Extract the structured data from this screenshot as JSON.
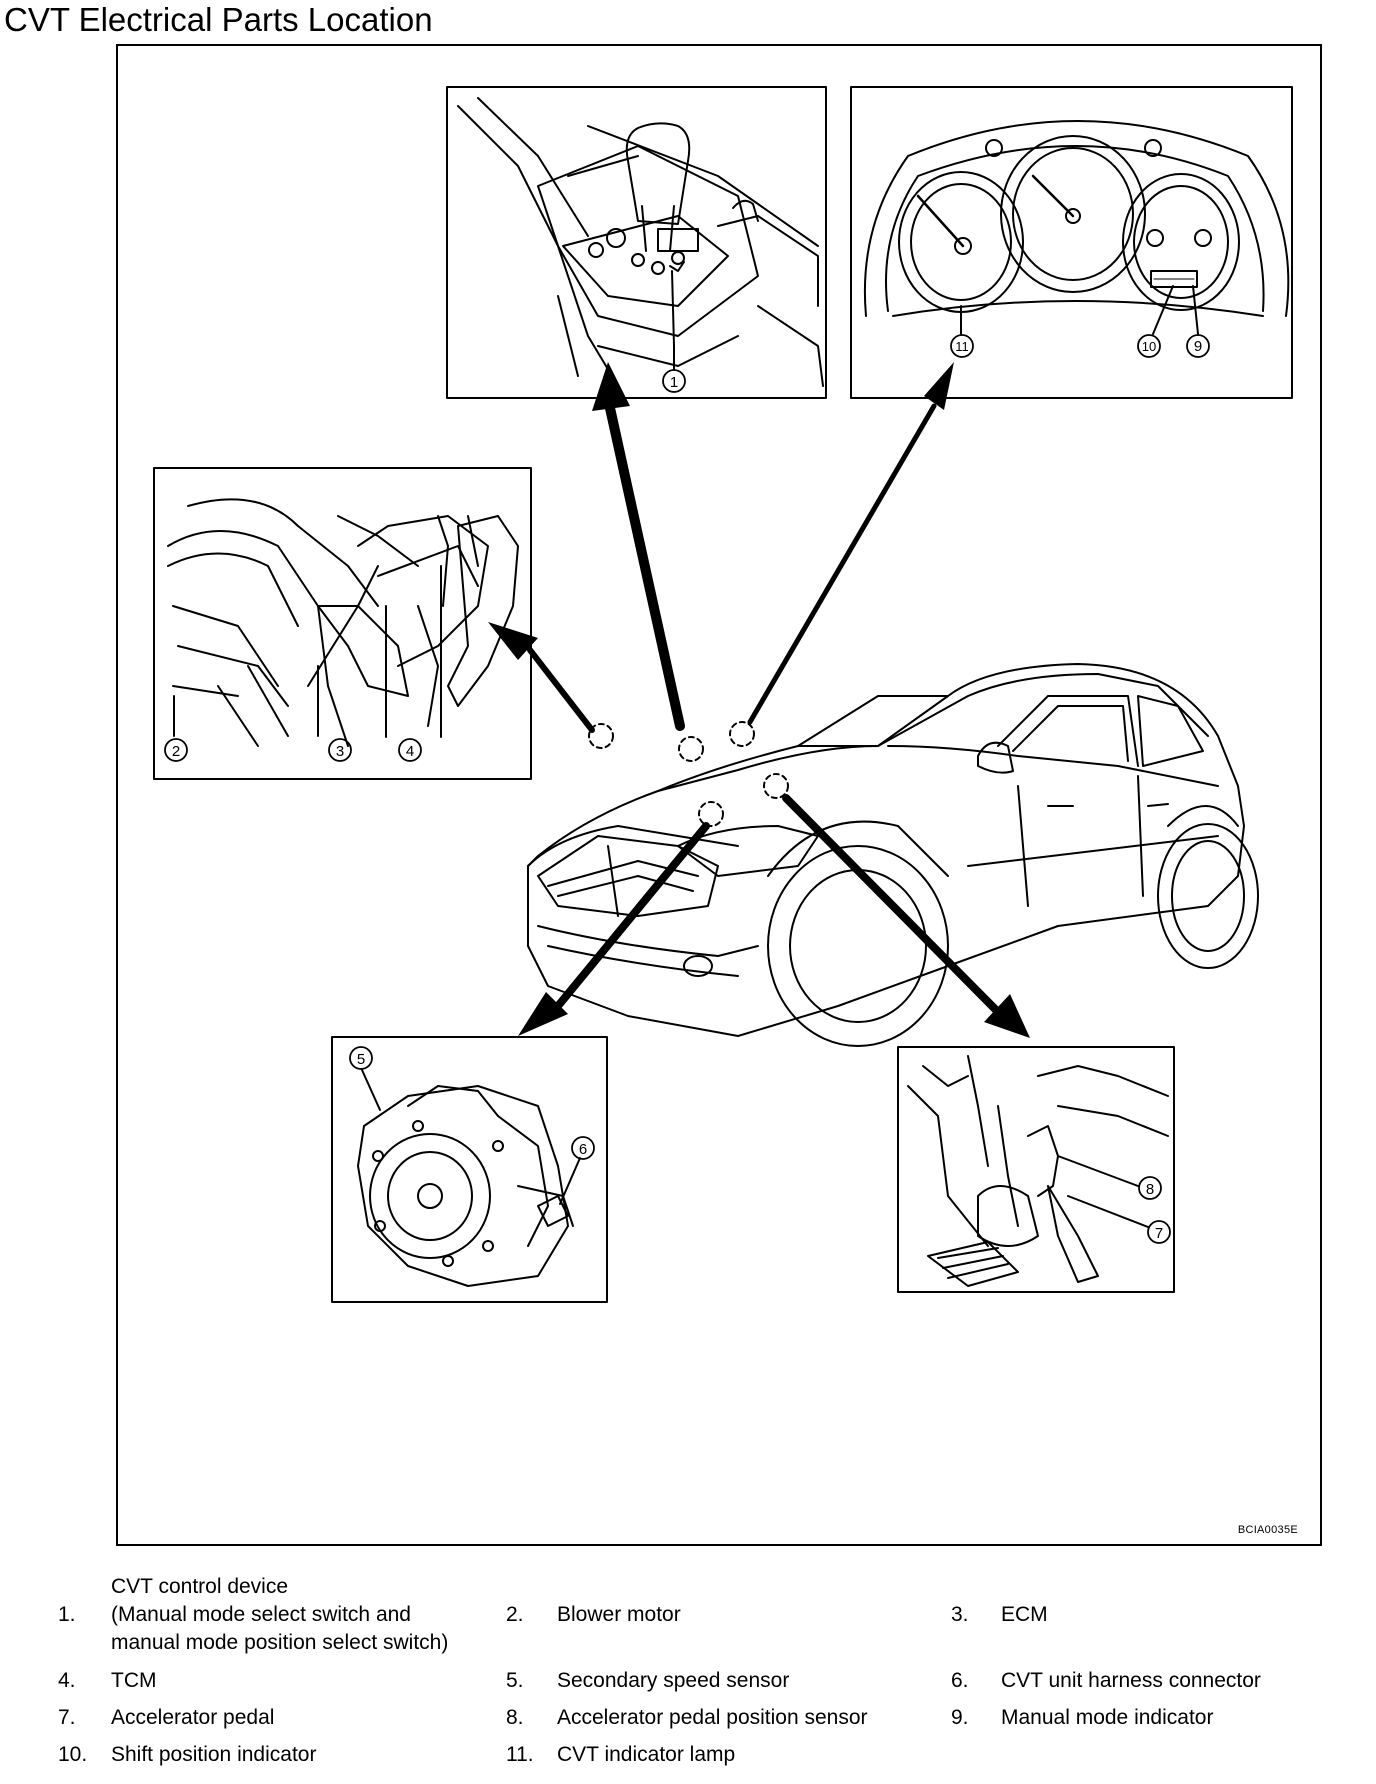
{
  "page_title": "CVT Electrical Parts Location",
  "figure_code": "BCIA0035E",
  "callouts": [
    "1",
    "2",
    "3",
    "4",
    "5",
    "6",
    "7",
    "8",
    "9",
    "10",
    "11"
  ],
  "legend": {
    "item1_title": "CVT control device",
    "item1_num": "1.",
    "item1_line1": "(Manual mode select switch and",
    "item1_line2": "manual mode position select switch)",
    "item2_num": "2.",
    "item2_label": "Blower motor",
    "item3_num": "3.",
    "item3_label": "ECM",
    "item4_num": "4.",
    "item4_label": "TCM",
    "item5_num": "5.",
    "item5_label": "Secondary speed sensor",
    "item6_num": "6.",
    "item6_label": "CVT unit harness connector",
    "item7_num": "7.",
    "item7_label": "Accelerator pedal",
    "item8_num": "8.",
    "item8_label": "Accelerator pedal position sensor",
    "item9_num": "9.",
    "item9_label": "Manual mode indicator",
    "item10_num": "10.",
    "item10_label": "Shift position indicator",
    "item11_num": "11.",
    "item11_label": "CVT indicator lamp"
  }
}
